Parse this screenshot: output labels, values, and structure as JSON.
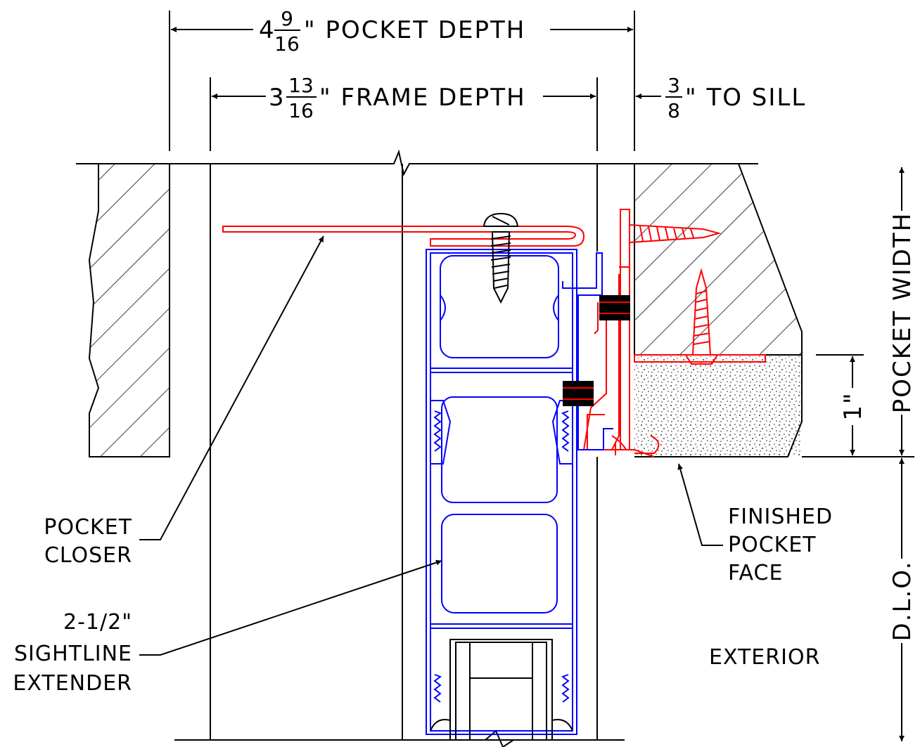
{
  "dimensions": {
    "pocket_depth": {
      "whole": "4",
      "num": "9",
      "den": "16",
      "text": "\" POCKET DEPTH"
    },
    "frame_depth": {
      "whole": "3",
      "num": "13",
      "den": "16",
      "text": "\" FRAME DEPTH"
    },
    "to_sill": {
      "num": "3",
      "den": "8",
      "text": "\"  TO SILL"
    },
    "pocket_width": "POCKET WIDTH",
    "one_inch": "1\"",
    "dlo": "D.L.O."
  },
  "labels": {
    "pocket_closer": [
      "POCKET",
      "CLOSER"
    ],
    "sightline_extender": [
      "2-1/2\"",
      "SIGHTLINE",
      "EXTENDER"
    ],
    "finished_pocket_face": [
      "FINISHED",
      "POCKET",
      "FACE"
    ],
    "exterior": "EXTERIOR"
  },
  "colors": {
    "linework": "#000000",
    "pocket_closer": "#ff0000",
    "sightline_extender": "#0000ff"
  }
}
